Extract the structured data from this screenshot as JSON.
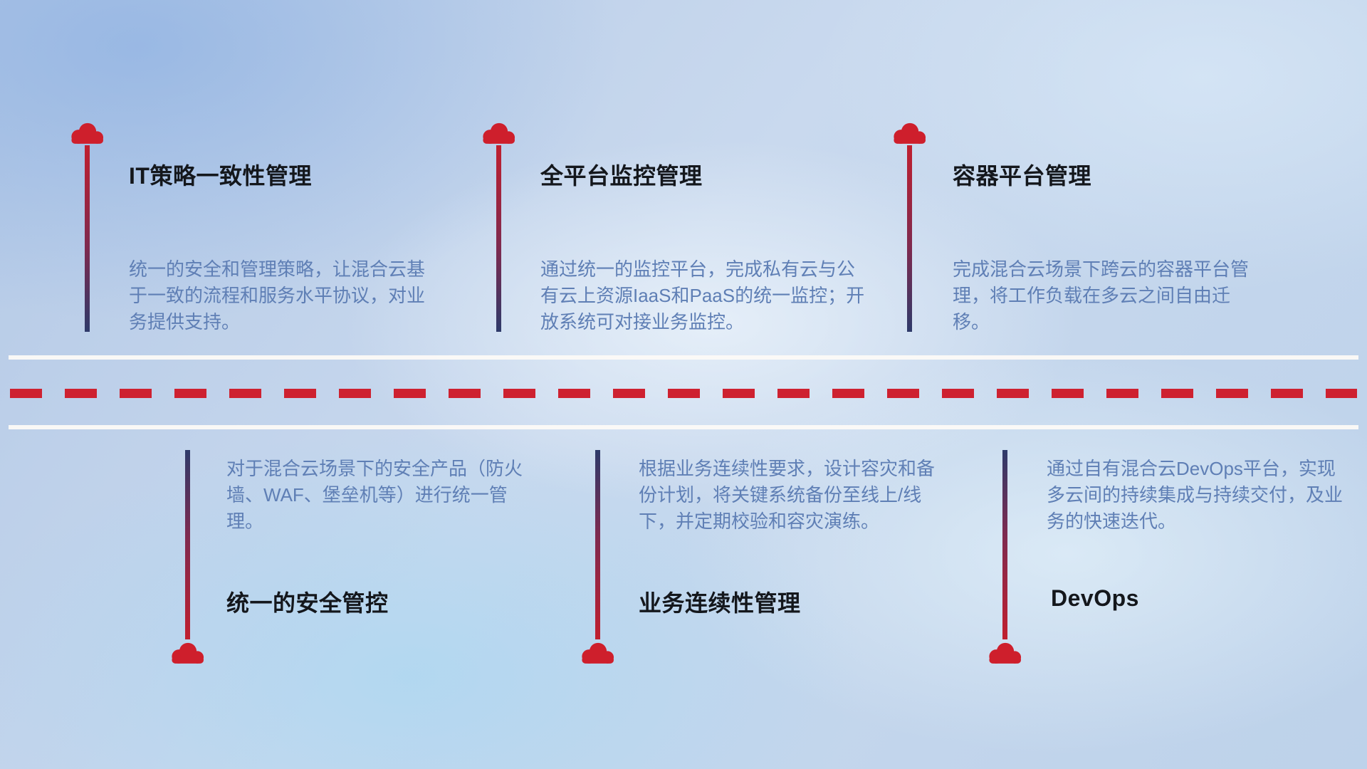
{
  "icons": {
    "node_marker": "cloud"
  },
  "colors": {
    "accent_red": "#ce1f2c",
    "line_navy": "#2e3a6a",
    "title_text": "#14171c",
    "description_text": "#5f7fb5",
    "road_white": "#faf8f5"
  },
  "top_items": [
    {
      "title": "IT策略一致性管理",
      "description": "统一的安全和管理策略，让混合云基于一致的流程和服务水平协议，对业务提供支持。"
    },
    {
      "title": "全平台监控管理",
      "description": "通过统一的监控平台，完成私有云与公有云上资源IaaS和PaaS的统一监控；开放系统可对接业务监控。"
    },
    {
      "title": "容器平台管理",
      "description": "完成混合云场景下跨云的容器平台管理，将工作负载在多云之间自由迁移。"
    }
  ],
  "bottom_items": [
    {
      "title": "统一的安全管控",
      "description": "对于混合云场景下的安全产品（防火墙、WAF、堡垒机等）进行统一管理。"
    },
    {
      "title": "业务连续性管理",
      "description": "根据业务连续性要求，设计容灾和备份计划，将关键系统备份至线上/线下，并定期校验和容灾演练。"
    },
    {
      "title": "DevOps",
      "description": "通过自有混合云DevOps平台，实现多云间的持续集成与持续交付，及业务的快速迭代。"
    }
  ]
}
